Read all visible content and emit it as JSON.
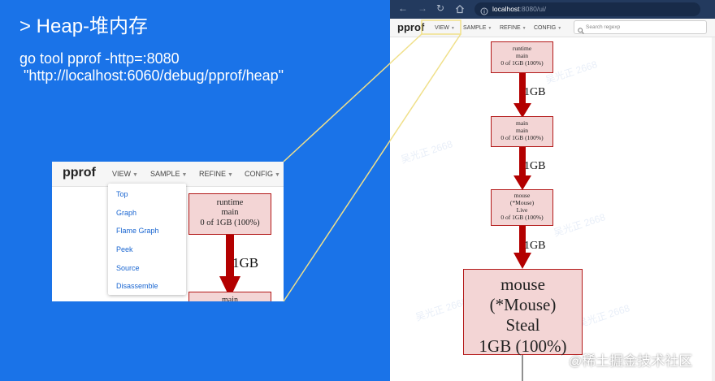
{
  "slide": {
    "title": "> Heap-堆内存",
    "command_line1": "go tool pprof -http=:8080",
    "command_line2": "\"http://localhost:6060/debug/pprof/heap\""
  },
  "inset": {
    "logo": "pprof",
    "menu": [
      "VIEW",
      "SAMPLE",
      "REFINE",
      "CONFIG"
    ],
    "dropdown_items": [
      "Top",
      "Graph",
      "Flame Graph",
      "Peek",
      "Source",
      "Disassemble"
    ],
    "node_runtime": [
      "runtime",
      "main",
      "0 of 1GB (100%)"
    ],
    "node_main_partial": "main",
    "edge_label": "1GB"
  },
  "browser": {
    "url_host": "localhost",
    "url_path": ":8080/ui/",
    "toolbar": {
      "logo": "pprof",
      "menu": [
        "VIEW",
        "SAMPLE",
        "REFINE",
        "CONFIG"
      ],
      "search_placeholder": "Search regexp"
    },
    "graph": {
      "nodes": [
        [
          "runtime",
          "main",
          "0 of 1GB (100%)"
        ],
        [
          "main",
          "main",
          "0 of 1GB (100%)"
        ],
        [
          "mouse",
          "(*Mouse)",
          "Live",
          "0 of 1GB (100%)"
        ],
        [
          "mouse",
          "(*Mouse)",
          "Steal",
          "1GB (100%)"
        ]
      ],
      "edges": [
        "1GB",
        "1GB",
        "1GB"
      ]
    },
    "watermarks": [
      "吴光正 2668",
      "吴光正 2668",
      "吴光正 2668",
      "吴光正 2668",
      "吴光正 2668"
    ]
  },
  "badge": {
    "at": "@",
    "text": "稀土掘金技术社区"
  },
  "colors": {
    "slide_bg": "#1a73e8",
    "node_fill": "#f3d5d5",
    "node_border": "#b31818",
    "edge": "#b30000",
    "callout": "#f0e08a"
  }
}
